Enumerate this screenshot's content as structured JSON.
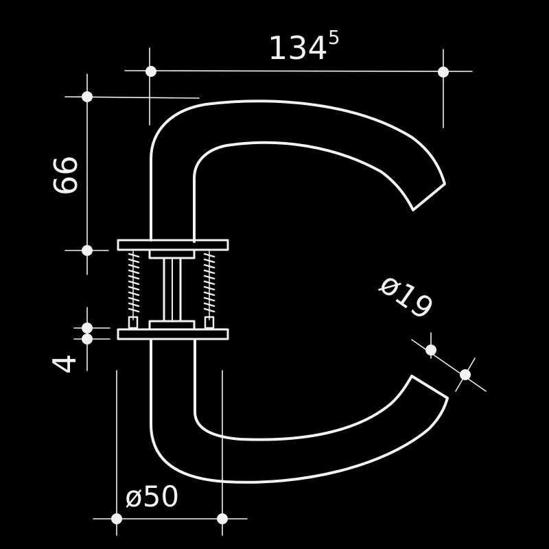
{
  "drawing": {
    "background_color": "#000000",
    "line_color": "#f2f2f2",
    "dimensions": {
      "overall_length": {
        "main": "134",
        "superscript": "5"
      },
      "handle_height": "66",
      "rose_thickness": "4",
      "grip_diameter": "ø19",
      "rose_diameter": "ø50"
    }
  }
}
